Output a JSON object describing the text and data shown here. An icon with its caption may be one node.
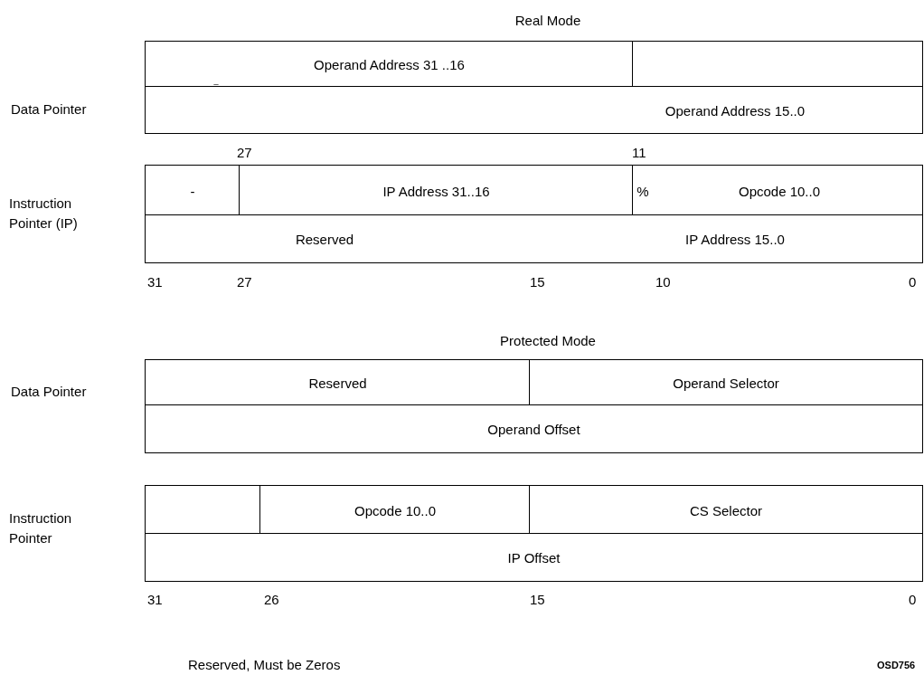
{
  "diagram": {
    "nodes": [
      {
        "text": [
          "Operand Address 31 ..16",
          "_"
        ]
      },
      {
        "text": [],
        "shape": "box"
      },
      {
        "text": [
          "Operand Address 15..0"
        ]
      },
      {
        "text": [
          "-"
        ]
      },
      {
        "text": [
          "IP Address 31..16"
        ]
      },
      {
        "text": [
          "%",
          "Opcode 10..0"
        ]
      },
      {
        "text": [
          "Reserved",
          "IP Address 15..0"
        ]
      },
      {
        "text": [
          "Reserved"
        ]
      },
      {
        "text": [
          "Operand Selector"
        ]
      },
      {
        "text": [
          "Operand Offset"
        ]
      },
      {
        "text": [],
        "shape": "box"
      },
      {
        "text": [
          "Opcode 10..0"
        ]
      },
      {
        "text": [
          "CS Selector"
        ]
      },
      {
        "text": [
          "IP Offset"
        ]
      }
    ],
    "labels": [
      "Real Mode",
      "Data Pointer",
      "27",
      "11",
      "Instruction Pointer (IP)",
      "31",
      "27",
      "15",
      "10",
      "0",
      "Protected Mode",
      "Data Pointer",
      "Instruction Pointer",
      "31",
      "26",
      "15",
      "0",
      "Reserved, Must be Zeros",
      "OSD756"
    ]
  }
}
